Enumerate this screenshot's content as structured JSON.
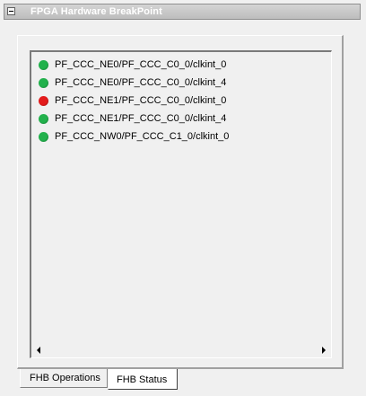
{
  "titlebar": {
    "title": "FPGA Hardware BreakPoint"
  },
  "status_list": {
    "items": [
      {
        "label": "PF_CCC_NE0/PF_CCC_C0_0/clkint_0",
        "status_color": "#22b14c"
      },
      {
        "label": "PF_CCC_NE0/PF_CCC_C0_0/clkint_4",
        "status_color": "#22b14c"
      },
      {
        "label": "PF_CCC_NE1/PF_CCC_C0_0/clkint_0",
        "status_color": "#e31b1b"
      },
      {
        "label": "PF_CCC_NE1/PF_CCC_C0_0/clkint_4",
        "status_color": "#22b14c"
      },
      {
        "label": "PF_CCC_NW0/PF_CCC_C1_0/clkint_0",
        "status_color": "#22b14c"
      }
    ]
  },
  "tabs": [
    {
      "label": "FHB Operations",
      "selected": false
    },
    {
      "label": "FHB Status",
      "selected": true
    }
  ],
  "icons": {
    "collapse": "collapse-box-icon",
    "scroll_left": "scroll-left-arrow-icon",
    "scroll_right": "scroll-right-arrow-icon"
  }
}
